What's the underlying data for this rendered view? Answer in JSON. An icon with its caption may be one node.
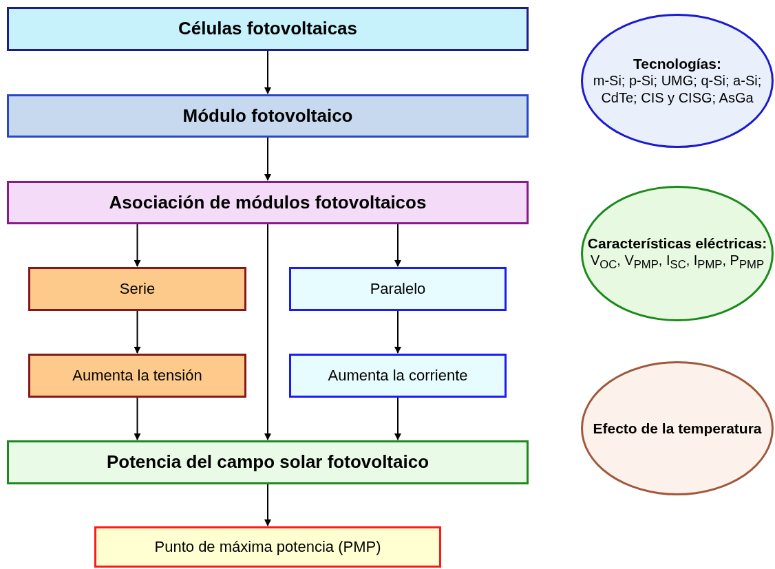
{
  "diagram": {
    "nodes": [
      {
        "text": [
          "Células fotovoltaicas"
        ]
      },
      {
        "text": [
          "Módulo fotovoltaico"
        ]
      },
      {
        "text": [
          "Asociación de módulos fotovoltaicos"
        ]
      },
      {
        "text": [
          "Serie"
        ]
      },
      {
        "text": [
          "Paralelo"
        ]
      },
      {
        "text": [
          "Aumenta la tensión"
        ]
      },
      {
        "text": [
          "Aumenta la corriente"
        ]
      },
      {
        "text": [
          "Potencia del campo solar fotovoltaico"
        ]
      },
      {
        "text": [
          "Punto de máxima potencia (PMP)"
        ]
      },
      {
        "text": [
          "Tecnologías:",
          "m-Si; p-Si; UMG; q-Si; a-Si; CdTe; CIS y CISG; AsGa"
        ]
      },
      {
        "text": [
          "Características eléctricas:",
          "V$_{OC}$, V$_{PMP}$, I$_{SC}$, I$_{PMP}$, P$_{PMP}$"
        ]
      },
      {
        "text": [
          "Efecto de la temperatura"
        ]
      }
    ],
    "edges": [
      {
        "from": 0,
        "to": 1,
        "arrow": "to"
      },
      {
        "from": 1,
        "to": 2,
        "arrow": "to"
      },
      {
        "from": 2,
        "to": 3,
        "arrow": "to"
      },
      {
        "from": 2,
        "to": 7,
        "arrow": "to"
      },
      {
        "from": 2,
        "to": 4,
        "arrow": "to"
      },
      {
        "from": 3,
        "to": 5,
        "arrow": "to"
      },
      {
        "from": 4,
        "to": 6,
        "arrow": "to"
      },
      {
        "from": 5,
        "to": 7,
        "arrow": "to"
      },
      {
        "from": 6,
        "to": 7,
        "arrow": "to"
      },
      {
        "from": 7,
        "to": 8,
        "arrow": "to"
      }
    ]
  }
}
